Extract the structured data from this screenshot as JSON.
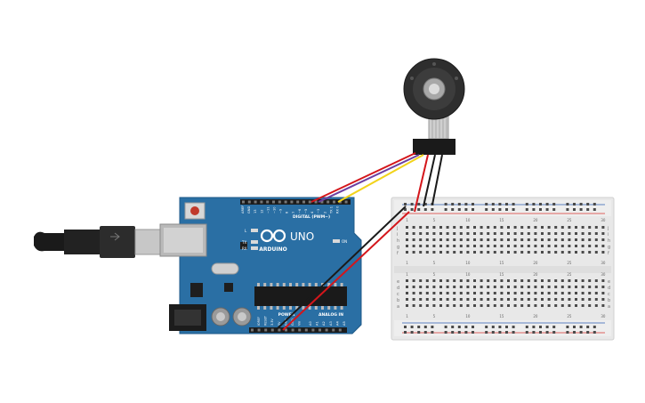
{
  "board": {
    "brand": "ARDUINO",
    "model": "UNO",
    "digital_label": "DIGITAL (PWM~)",
    "power_label": "POWER",
    "analog_label": "ANALOG IN",
    "led_l": "L",
    "led_tx": "TX",
    "led_rx": "RX",
    "led_on": "ON",
    "aref": "AREF",
    "gnd": "GND",
    "digital_pins": [
      "13",
      "12",
      "~11",
      "~10",
      "~9",
      "8",
      "7",
      "~6",
      "~5",
      "4",
      "~3",
      "2",
      "TX 1",
      "RX 0"
    ],
    "power_pins": [
      "IOREF",
      "RESET",
      "3.3V",
      "5V",
      "GND",
      "GND",
      "Vin"
    ],
    "analog_pins": [
      "A0",
      "A1",
      "A2",
      "A3",
      "A4",
      "A5"
    ]
  },
  "breadboard": {
    "top_columns": [
      "1",
      "5",
      "10",
      "15",
      "20",
      "25",
      "30"
    ],
    "rows_top": [
      "j",
      "i",
      "h",
      "g",
      "f"
    ],
    "rows_bottom": [
      "e",
      "d",
      "c",
      "b",
      "a"
    ]
  },
  "colors": {
    "board": "#2a6fa4",
    "wire_red": "#d4161b",
    "wire_black": "#1a1a1a",
    "wire_yellow": "#f2d31b",
    "wire_purple": "#6b3fa0",
    "rail_red": "#d9322e",
    "rail_blue": "#2e5fb5"
  }
}
